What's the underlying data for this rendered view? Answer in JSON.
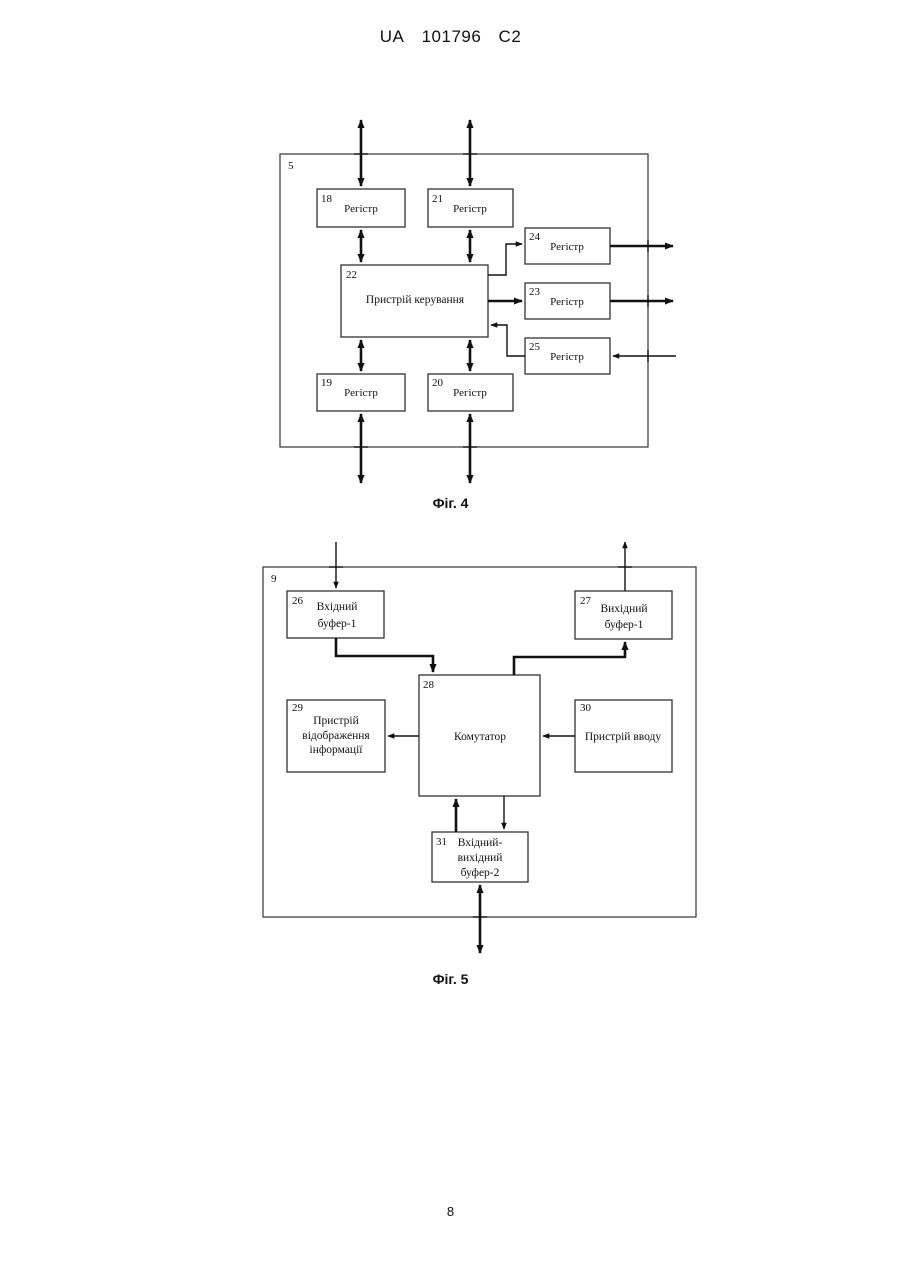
{
  "header": {
    "country": "UA",
    "number": "101796",
    "kind": "C2"
  },
  "page_number": "8",
  "fig4": {
    "caption": "Фіг. 4",
    "outer_number": "5",
    "blocks": {
      "b18": {
        "num": "18",
        "label": "Регістр"
      },
      "b21": {
        "num": "21",
        "label": "Регістр"
      },
      "b24": {
        "num": "24",
        "label": "Регістр"
      },
      "b22": {
        "num": "22",
        "label": "Пристрій керування"
      },
      "b23": {
        "num": "23",
        "label": "Регістр"
      },
      "b25": {
        "num": "25",
        "label": "Регістр"
      },
      "b19": {
        "num": "19",
        "label": "Регістр"
      },
      "b20": {
        "num": "20",
        "label": "Регістр"
      }
    }
  },
  "fig5": {
    "caption": "Фіг. 5",
    "outer_number": "9",
    "blocks": {
      "b26": {
        "num": "26",
        "line1": "Вхідний",
        "line2": "буфер-1"
      },
      "b27": {
        "num": "27",
        "line1": "Вихідний",
        "line2": "буфер-1"
      },
      "b28": {
        "num": "28",
        "label": "Комутатор"
      },
      "b29": {
        "num": "29",
        "line1": "Пристрій",
        "line2": "відображення",
        "line3": "інформації"
      },
      "b30": {
        "num": "30",
        "label": "Пристрій вводу"
      },
      "b31": {
        "num": "31",
        "line1": "Вхідний-",
        "line2": "вихідний",
        "line3": "буфер-2"
      }
    }
  }
}
